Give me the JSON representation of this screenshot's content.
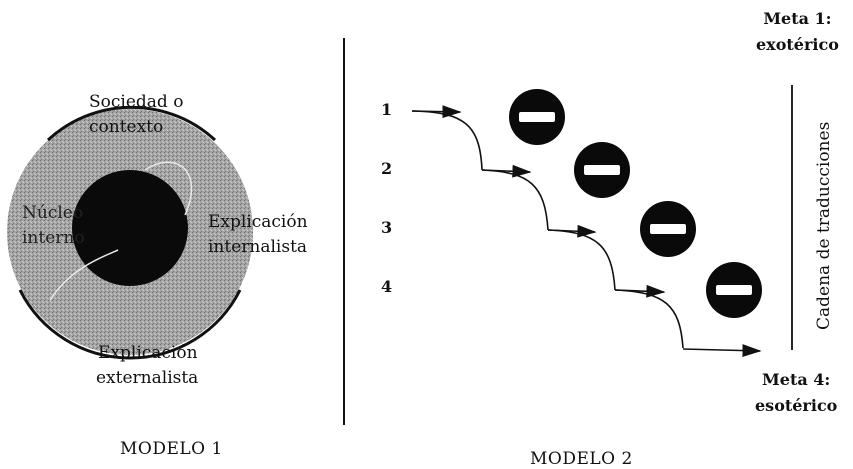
{
  "model1": {
    "title": "MODELO 1",
    "outer_label_line1": "Sociedad o",
    "outer_label_line2": "contexto",
    "inner_label_line1": "Núcleo",
    "inner_label_line2": "interno",
    "internal_label_line1": "Explicación",
    "internal_label_line2": "internalista",
    "external_label_line1": "Explicación",
    "external_label_line2": "externalista"
  },
  "model2": {
    "title": "MODELO 2",
    "steps": [
      "1",
      "2",
      "3",
      "4"
    ],
    "meta_top_line1": "Meta 1:",
    "meta_top_line2": "exotérico",
    "meta_bottom_line1": "Meta 4:",
    "meta_bottom_line2": "esotérico",
    "axis_label": "Cadena de traducciones"
  },
  "colors": {
    "outer_circle": "#9a9a9a",
    "inner_circle": "#0a0a0a",
    "stroke": "#111111"
  }
}
